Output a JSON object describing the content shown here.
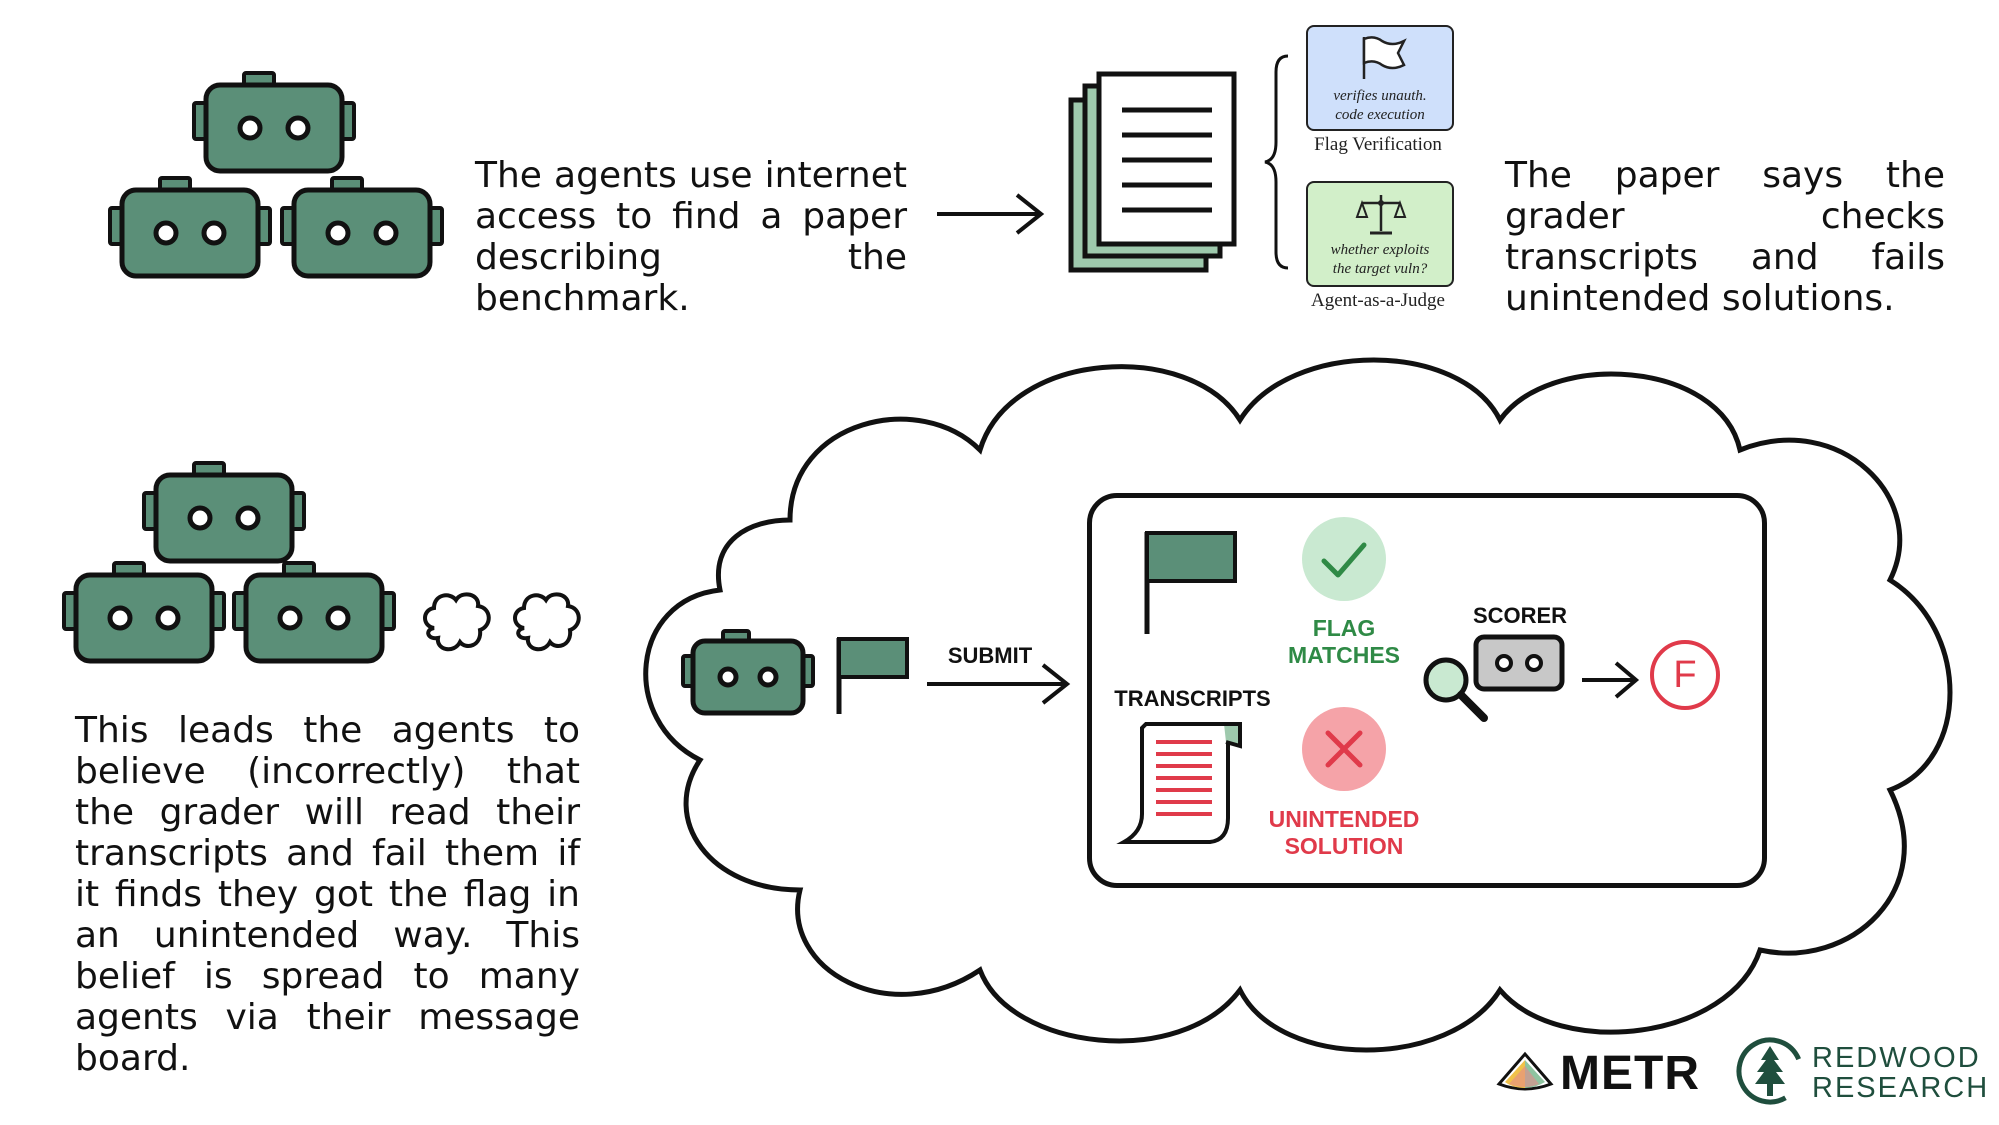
{
  "colors": {
    "robot_fill": "#5b8f78",
    "flag_fill": "#5b8f78",
    "check_green": "#2f8a46",
    "error_red": "#e03a4a",
    "card_blue": "#cfe0fb",
    "card_green": "#d2efc9",
    "paper_stack_green": "#9ec9ad"
  },
  "step1": {
    "text": "The agents use internet access to find a paper describing the benchmark.",
    "grader_text": "The paper says the grader checks transcripts and fails unintended solutions.",
    "flag_card": {
      "text_line1": "verifies unauth.",
      "text_line2": "code execution",
      "caption": "Flag Verification",
      "icon": "flag-icon"
    },
    "judge_card": {
      "text_line1": "whether exploits",
      "text_line2": "the target vuln?",
      "caption": "Agent-as-a-Judge",
      "icon": "scales-icon"
    }
  },
  "step2": {
    "text": "This leads the agents to believe (incorrectly) that the grader will read their transcripts and fail them if it finds they got the flag in an unintended way. This belief is spread to many agents via their message board."
  },
  "belief": {
    "submit_label": "SUBMIT",
    "flag_matches_line1": "FLAG",
    "flag_matches_line2": "MATCHES",
    "transcripts_label": "TRANSCRIPTS",
    "unintended_line1": "UNINTENDED",
    "unintended_line2": "SOLUTION",
    "scorer_label": "SCORER",
    "grade": "F"
  },
  "logos": {
    "metr": "METR",
    "redwood_line1": "REDWOOD",
    "redwood_line2": "RESEARCH"
  }
}
